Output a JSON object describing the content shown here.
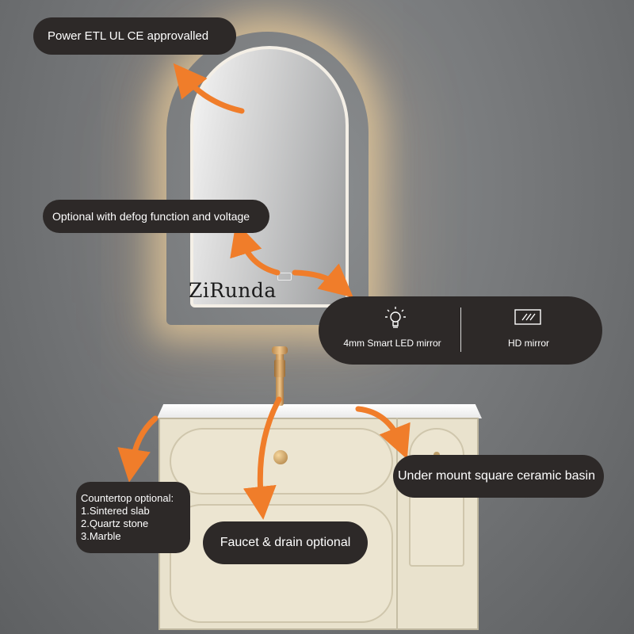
{
  "watermark": "ZiRunda",
  "callouts": {
    "power": "Power ETL  UL CE approvalled",
    "defog": "Optional with defog function and voltage",
    "basin": "Under mount square ceramic basin",
    "faucet": "Faucet & drain optional",
    "countertop_title": "Countertop optional:",
    "countertop_options": [
      "1.Sintered slab",
      "2.Quartz stone",
      "3.Marble"
    ]
  },
  "features": [
    {
      "label": "4mm Smart LED mirror",
      "icon": "bulb-icon"
    },
    {
      "label": "HD mirror",
      "icon": "mirror-frame-icon"
    }
  ],
  "colors": {
    "pill_bg": "#2d2928",
    "arrow": "#f07d2a",
    "cabinet": "#e9e2cd",
    "background": "#77797b"
  }
}
